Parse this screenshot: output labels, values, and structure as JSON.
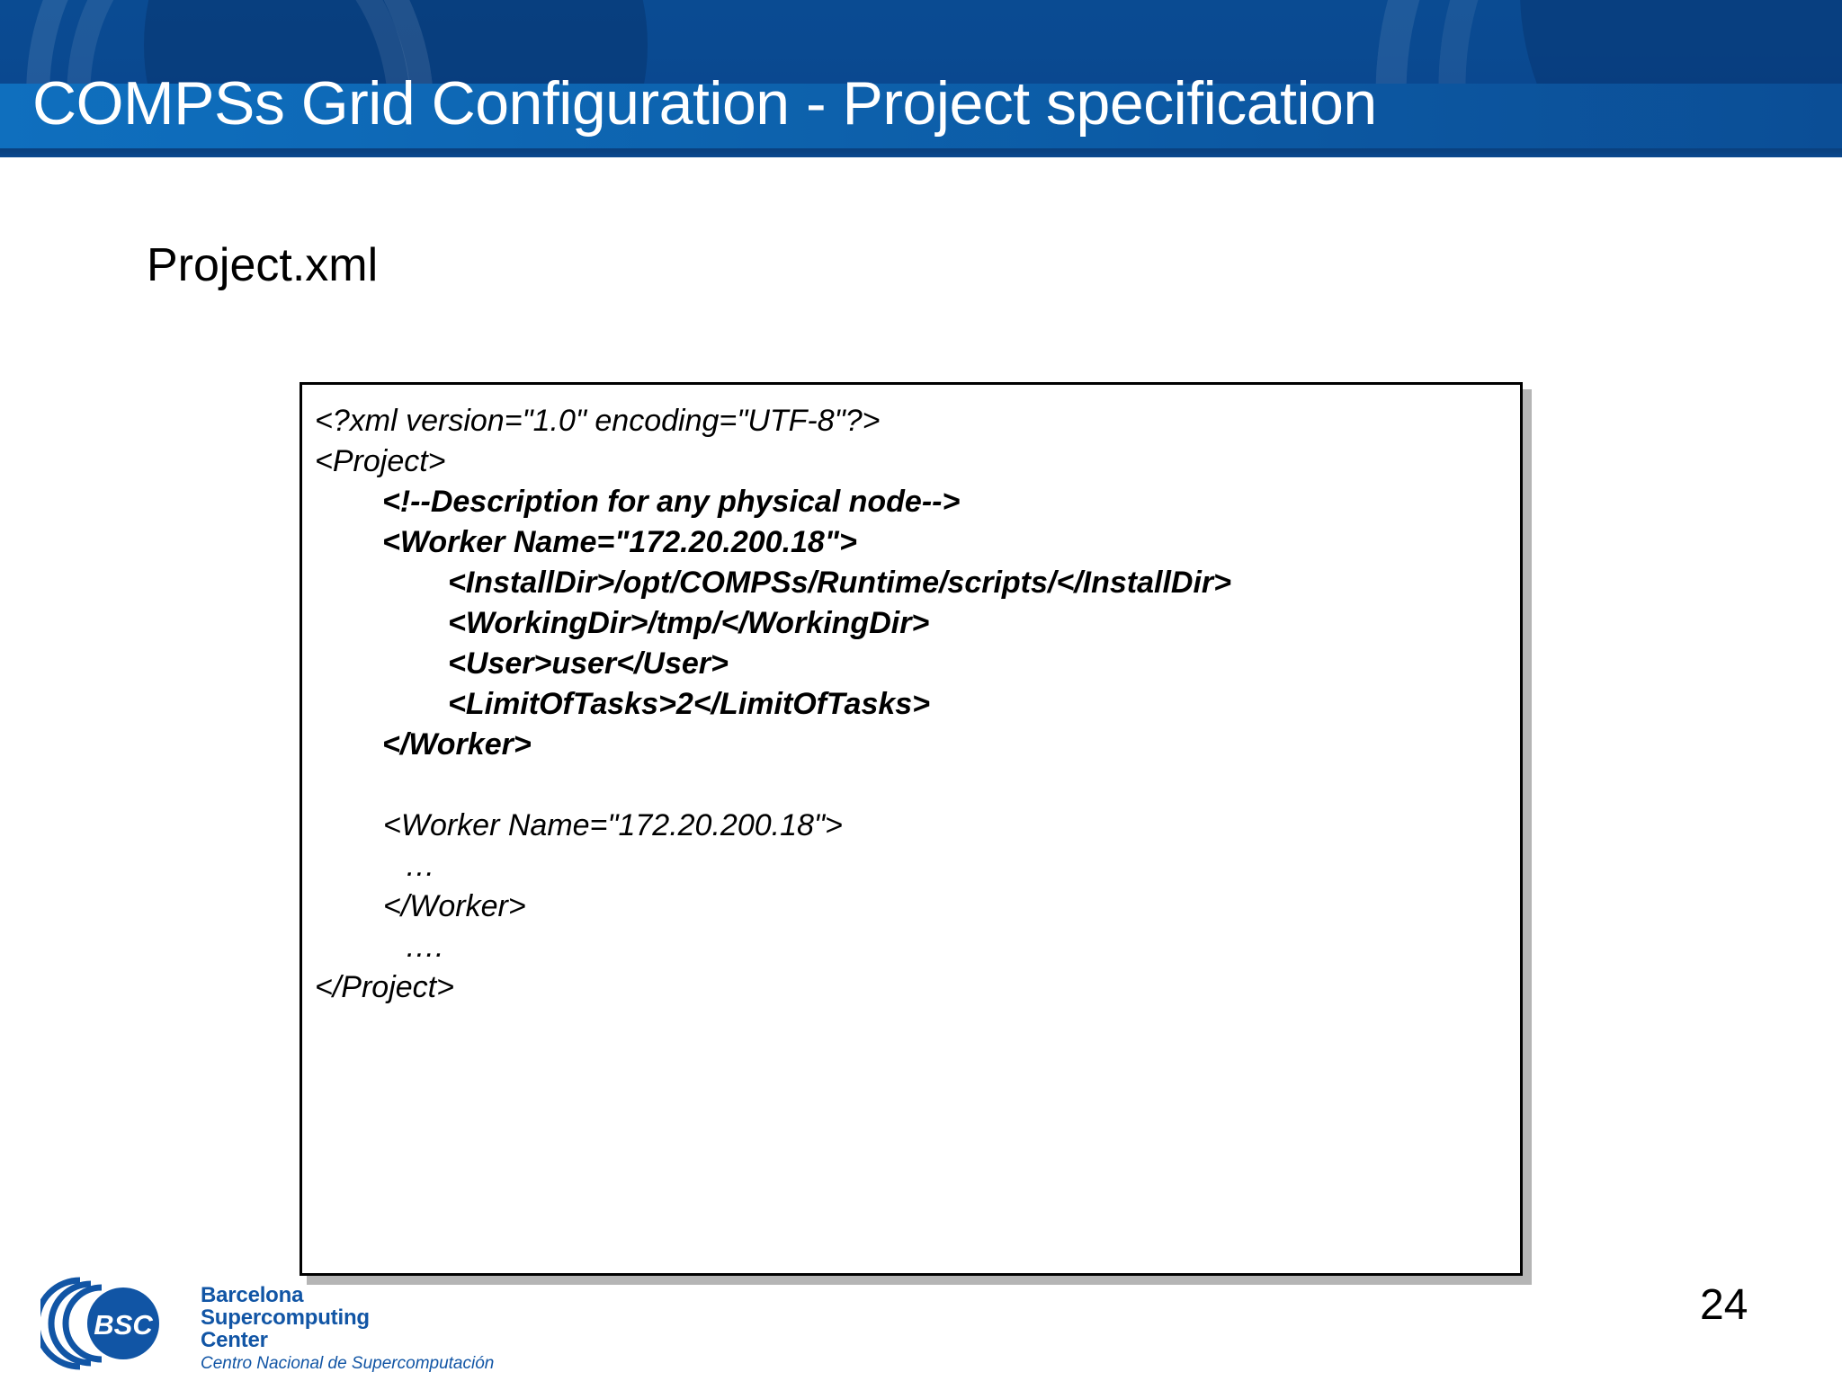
{
  "header": {
    "title": "COMPSs Grid Configuration - Project specification",
    "bg_dark": "#0a4b92",
    "bg_light": "#0f6fbe",
    "title_color": "#ffffff"
  },
  "slide": {
    "subtitle": "Project.xml"
  },
  "code_block": {
    "border_color": "#000000",
    "background": "#ffffff",
    "shadow_color": "#b5b5b5",
    "lines": [
      {
        "text": "<?xml version=\"1.0\" encoding=\"UTF-8\"?>",
        "bold": false,
        "indent": "ind0"
      },
      {
        "text": "<Project>",
        "bold": false,
        "indent": "ind0"
      },
      {
        "text": "<!--Description for any physical node-->",
        "bold": true,
        "indent": "ind1"
      },
      {
        "text": "<Worker Name=\"172.20.200.18\">",
        "bold": true,
        "indent": "ind1"
      },
      {
        "text": "<InstallDir>/opt/COMPSs/Runtime/scripts/</InstallDir>",
        "bold": true,
        "indent": "ind2"
      },
      {
        "text": "<WorkingDir>/tmp/</WorkingDir>",
        "bold": true,
        "indent": "ind2"
      },
      {
        "text": "<User>user</User>",
        "bold": true,
        "indent": "ind2"
      },
      {
        "text": "<LimitOfTasks>2</LimitOfTasks>",
        "bold": true,
        "indent": "ind2"
      },
      {
        "text": "</Worker>",
        "bold": true,
        "indent": "ind1"
      },
      {
        "text": " ",
        "bold": false,
        "indent": "ind0"
      },
      {
        "text": "<Worker Name=\"172.20.200.18\">",
        "bold": false,
        "indent": "ind-s1"
      },
      {
        "text": "…",
        "bold": false,
        "indent": "ind-s2"
      },
      {
        "text": "</Worker>",
        "bold": false,
        "indent": "ind-s1"
      },
      {
        "text": "….",
        "bold": false,
        "indent": "ind-s2"
      },
      {
        "text": "</Project>",
        "bold": false,
        "indent": "ind0"
      }
    ]
  },
  "footer": {
    "logo": {
      "acronym": "BSC",
      "line1": "Barcelona",
      "line2": "Supercomputing",
      "line3": "Center",
      "subtitle": "Centro Nacional de Supercomputación",
      "color": "#1155a5"
    },
    "page_number": "24"
  }
}
